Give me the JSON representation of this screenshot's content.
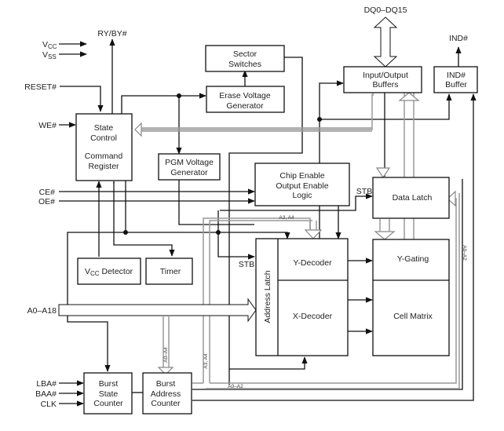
{
  "title": "Flash memory functional block diagram",
  "blocks": {
    "sector_switches": [
      "Sector",
      "Switches"
    ],
    "erase_voltage": [
      "Erase Voltage",
      "Generator"
    ],
    "io_buffers": [
      "Input/Output",
      "Buffers"
    ],
    "ind_buffer": [
      "IND#",
      "Buffer"
    ],
    "state_control": [
      "State",
      "Control"
    ],
    "command_register": [
      "Command",
      "Register"
    ],
    "pgm_voltage": [
      "PGM Voltage",
      "Generator"
    ],
    "chip_enable": [
      "Chip Enable",
      "Output Enable",
      "Logic"
    ],
    "data_latch": "Data Latch",
    "vcc_detector": {
      "main": "V",
      "sub": "CC",
      "rest": " Detector"
    },
    "timer": "Timer",
    "address_latch": "Address Latch",
    "y_decoder": "Y-Decoder",
    "x_decoder": "X-Decoder",
    "y_gating": "Y-Gating",
    "cell_matrix": "Cell Matrix",
    "burst_state": [
      "Burst",
      "State",
      "Counter"
    ],
    "burst_address": [
      "Burst",
      "Address",
      "Counter"
    ]
  },
  "signals": {
    "vcc": {
      "main": "V",
      "sub": "CC"
    },
    "vss": {
      "main": "V",
      "sub": "SS"
    },
    "reset": "RESET#",
    "we": "WE#",
    "ce": "CE#",
    "oe": "OE#",
    "addr": "A0–A18",
    "lba": "LBA#",
    "baa": "BAA#",
    "clk": "CLK",
    "ryby": "RY/BY#",
    "dq": "DQ0–DQ15",
    "ind": "IND#",
    "stb1": "STB",
    "stb2": "STB",
    "a3a4_top": "A3, A4",
    "a3a4_side": "A3, A4",
    "a0a4": "A0–A4",
    "a0a2_bottom": "A0–A2",
    "a0a2_right": "A0–A2"
  }
}
